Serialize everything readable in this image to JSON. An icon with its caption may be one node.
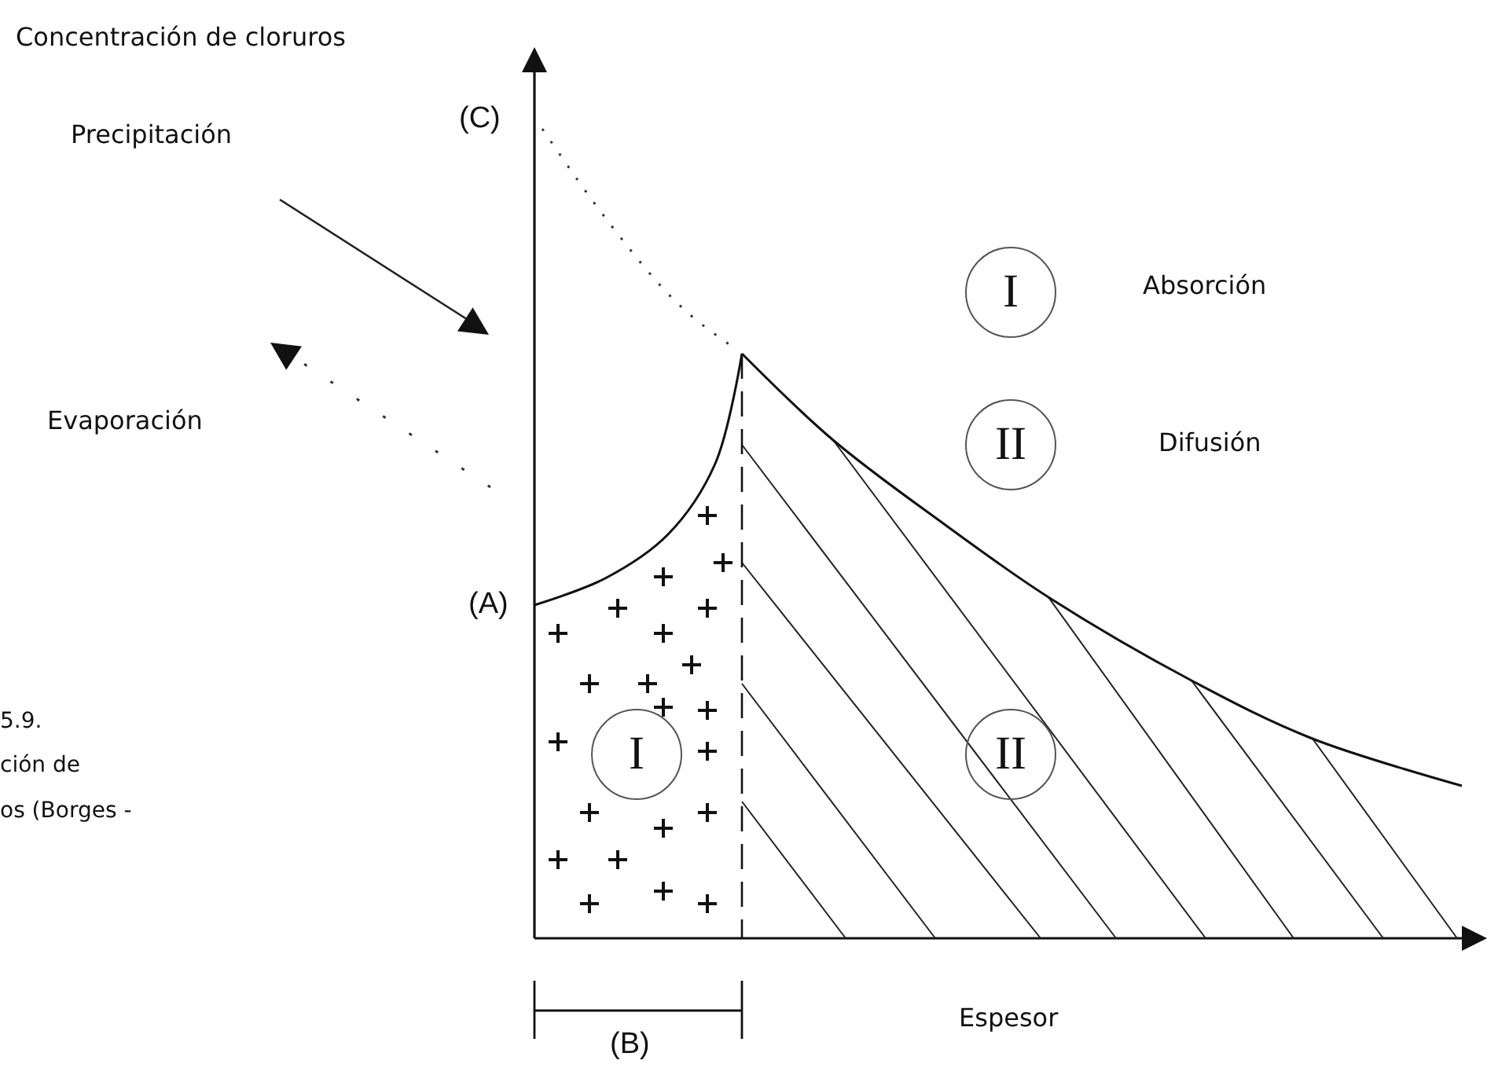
{
  "diagram": {
    "nodes": [
      {
        "text": [
          "I"
        ]
      },
      {
        "text": [
          "II"
        ]
      },
      {
        "text": [
          "I"
        ]
      },
      {
        "text": [
          "II"
        ]
      }
    ],
    "labels": [
      "Concentración de cloruros",
      "Precipitación",
      "(C)",
      "Absorción",
      "Evaporación",
      "Difusión",
      "(A)",
      "5.9.",
      "ción de",
      "os (Borges -",
      "Espesor",
      "(B)"
    ]
  }
}
